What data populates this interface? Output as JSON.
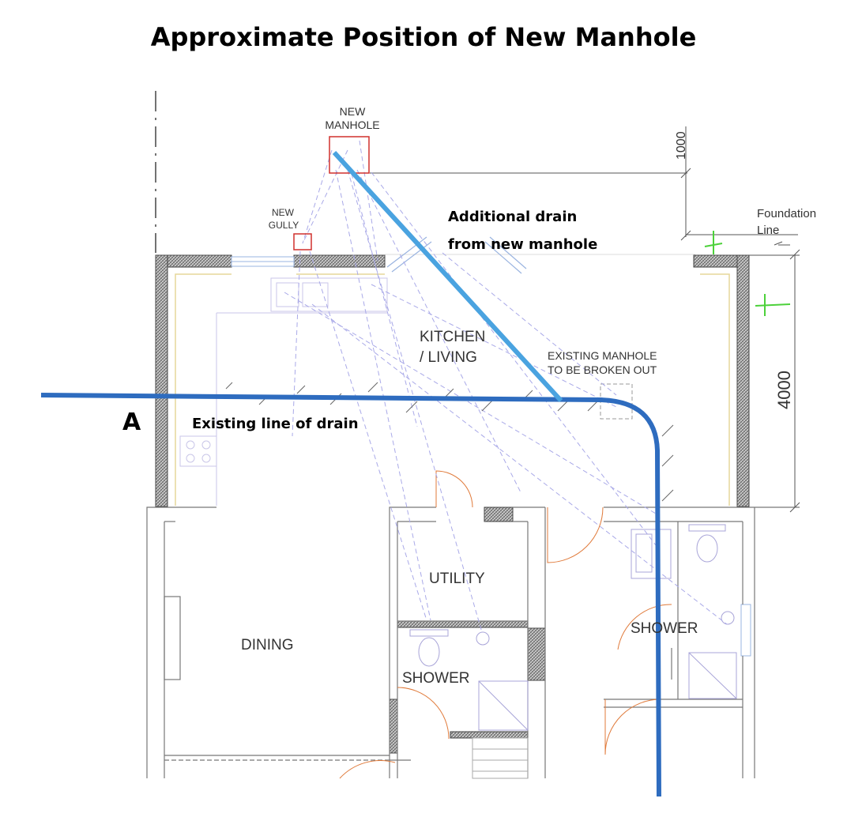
{
  "title": "Approximate Position of New Manhole",
  "labels": {
    "new_manhole_1": "NEW",
    "new_manhole_2": "MANHOLE",
    "new_gully_1": "NEW",
    "new_gully_2": "GULLY",
    "foundation_1": "Foundation",
    "foundation_2": "Line",
    "dim_1000": "1000",
    "dim_4000": "4000",
    "kitchen_1": "KITCHEN",
    "kitchen_2": "/ LIVING",
    "existing_manhole_1": "EXISTING MANHOLE",
    "existing_manhole_2": "TO BE BROKEN OUT",
    "additional_drain_1": "Additional drain",
    "additional_drain_2": "from new manhole",
    "existing_drain": "Existing line of drain",
    "point_a": "A",
    "utility": "UTILITY",
    "dining": "DINING",
    "shower_left": "SHOWER",
    "shower_right": "SHOWER"
  },
  "colors": {
    "existing_drain": "#2e6cbf",
    "additional_drain": "#4aa3e0",
    "new_items": "#d0312d",
    "foundation": "#4cd13a",
    "wall": "#555555",
    "pipe_dashes": "#a9a9e8"
  }
}
